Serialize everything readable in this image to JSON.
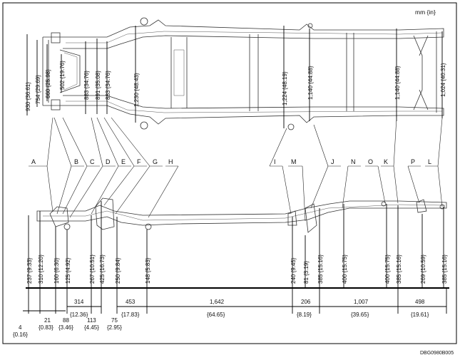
{
  "units": "mm {in}",
  "code": "DBG0980B005",
  "references": [
    "A",
    "B",
    "C",
    "D",
    "E",
    "F",
    "G",
    "H",
    "I",
    "M",
    "J",
    "N",
    "O",
    "K",
    "P",
    "L"
  ],
  "top_dims": [
    {
      "id": "930",
      "text": "930 {36.61}"
    },
    {
      "id": "754",
      "text": "754 {29.69}"
    },
    {
      "id": "660",
      "text": "660 {25.98}"
    },
    {
      "id": "502",
      "text": "502 {19.76}"
    },
    {
      "id": "883a",
      "text": "883 {34.76}"
    },
    {
      "id": "891",
      "text": "891 {35.08}"
    },
    {
      "id": "883b",
      "text": "883 {34.76}"
    },
    {
      "id": "1230",
      "text": "1,230 {48.43}"
    },
    {
      "id": "1224",
      "text": "1,224 {48.19}"
    },
    {
      "id": "1140a",
      "text": "1,140 {44.88}"
    },
    {
      "id": "1140b",
      "text": "1,140 {44.88}"
    },
    {
      "id": "1024",
      "text": "1,024 {40.31}"
    }
  ],
  "height_dims": [
    {
      "id": "237",
      "text": "237 {9.33}"
    },
    {
      "id": "310",
      "text": "310 {12.20}"
    },
    {
      "id": "160",
      "text": "160 {6.30}"
    },
    {
      "id": "125",
      "text": "125 {4.92}"
    },
    {
      "id": "267",
      "text": "267 {10.51}"
    },
    {
      "id": "425",
      "text": "425 {16.73}"
    },
    {
      "id": "250",
      "text": "250 {9.84}"
    },
    {
      "id": "148",
      "text": "148 {5.83}"
    },
    {
      "id": "240",
      "text": "240 {9.45}"
    },
    {
      "id": "81",
      "text": "81 {3.19}"
    },
    {
      "id": "385a",
      "text": "385 {15.16}"
    },
    {
      "id": "400a",
      "text": "400 {15.75}"
    },
    {
      "id": "400b",
      "text": "400 {15.75}"
    },
    {
      "id": "385b",
      "text": "385 {15.16}"
    },
    {
      "id": "269",
      "text": "269 {10.59}"
    },
    {
      "id": "385c",
      "text": "385 {15.16}"
    }
  ],
  "length_dims": [
    {
      "id": "314",
      "mm": "314",
      "in": "{12.36}"
    },
    {
      "id": "453",
      "mm": "453",
      "in": "{17.83}"
    },
    {
      "id": "1642",
      "mm": "1,642",
      "in": "{64.65}"
    },
    {
      "id": "206",
      "mm": "206",
      "in": "{8.19}"
    },
    {
      "id": "1007",
      "mm": "1,007",
      "in": "{39.65}"
    },
    {
      "id": "498",
      "mm": "498",
      "in": "{19.61}"
    }
  ],
  "small_dims": [
    {
      "id": "4",
      "mm": "4",
      "in": "{0.16}"
    },
    {
      "id": "21",
      "mm": "21",
      "in": "{0.83}"
    },
    {
      "id": "88",
      "mm": "88",
      "in": "{3.46}"
    },
    {
      "id": "113",
      "mm": "113",
      "in": "{4.45}"
    },
    {
      "id": "75",
      "mm": "75",
      "in": "{2.95}"
    }
  ]
}
